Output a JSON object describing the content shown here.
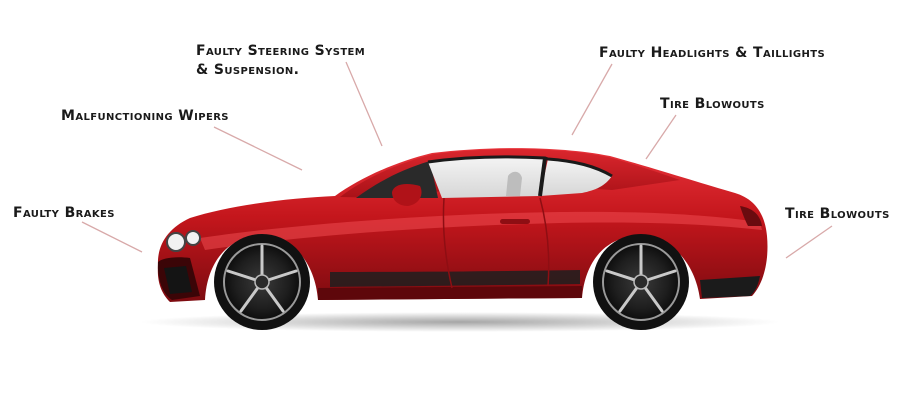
{
  "labels": {
    "faulty_brakes": "Faulty Brakes",
    "malfunctioning_wipers": "Malfunctioning Wipers",
    "steering_line1": "Faulty Steering System",
    "steering_line2": "& Suspension.",
    "headlights_taillights": "Faulty Headlights & Taillights",
    "tire_blowouts_top": "Tire Blowouts",
    "tire_blowouts_rear": "Tire Blowouts"
  },
  "colors": {
    "car_body": "#c4161c",
    "car_highlight": "#e8333a",
    "car_shadow": "#7d0b10",
    "leader_line": "#d8a9a9",
    "text": "#1a1a1a"
  },
  "icons": {
    "illustration": "red-coupe-side-view"
  }
}
